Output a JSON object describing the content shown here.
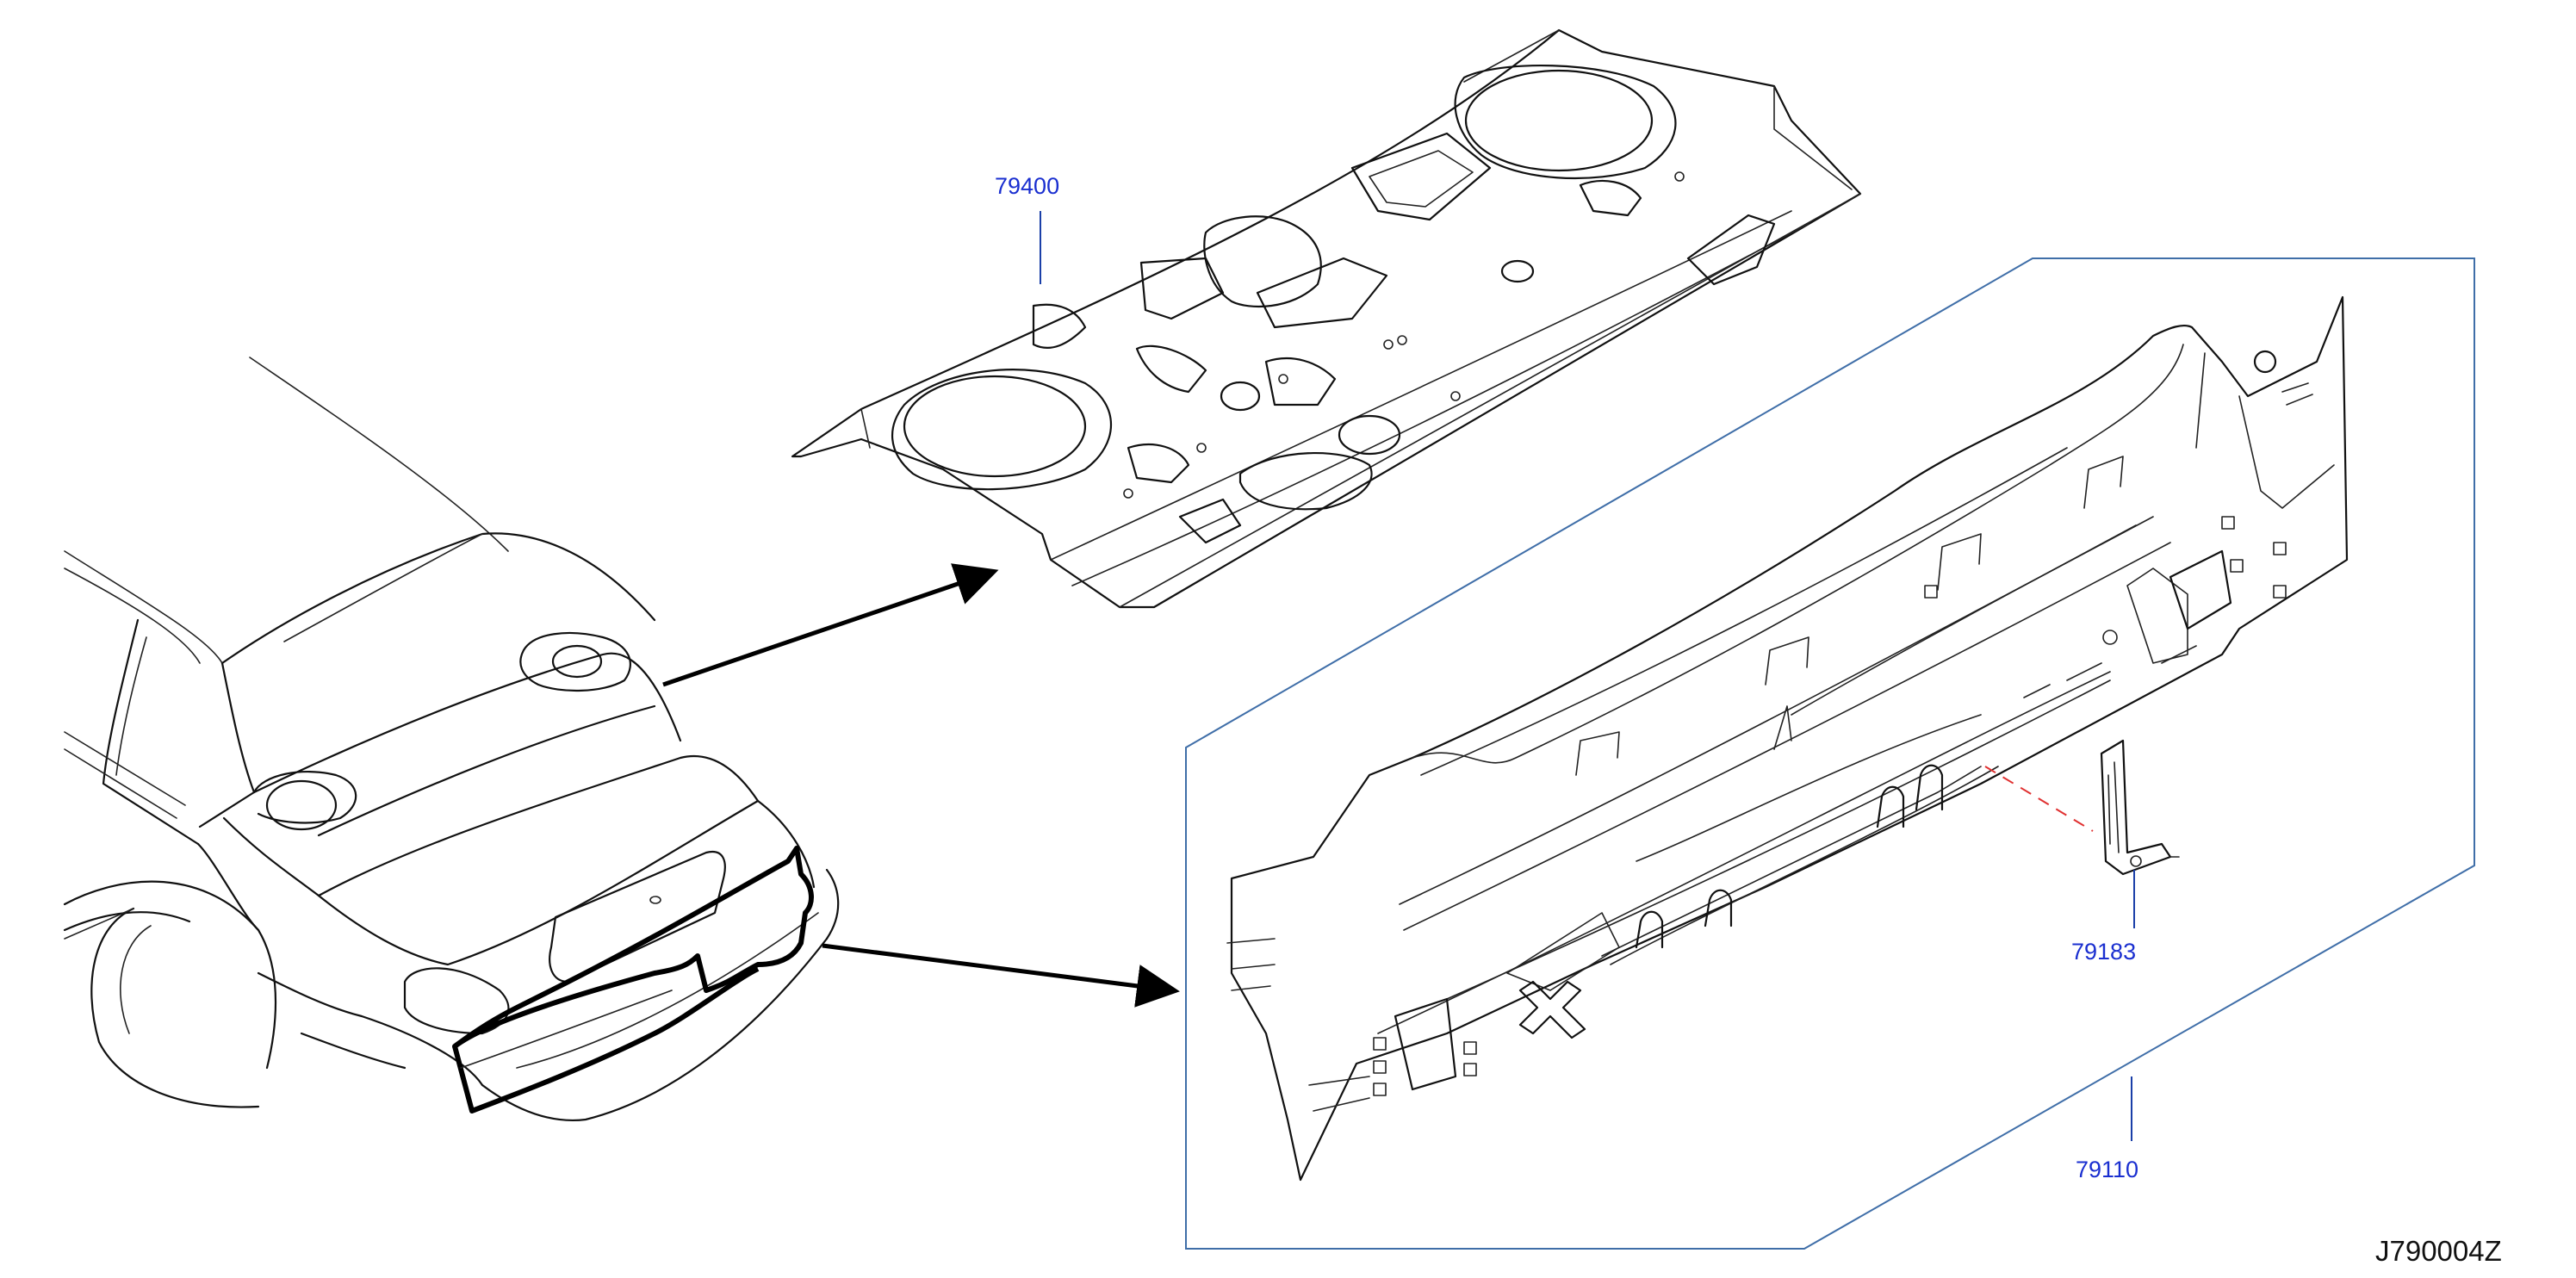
{
  "diagram": {
    "drawing_code": "J790004Z",
    "parts": [
      {
        "number": "79400",
        "component": "rear-parcel-shelf"
      },
      {
        "number": "79110",
        "component": "rear-panel-assembly"
      },
      {
        "number": "79183",
        "component": "rear-panel-bracket"
      }
    ]
  },
  "colors": {
    "callout_text": "#1a2fd0",
    "group_box": "#3f6ea8",
    "hidden_line": "#e03030",
    "linework": "#111111"
  }
}
